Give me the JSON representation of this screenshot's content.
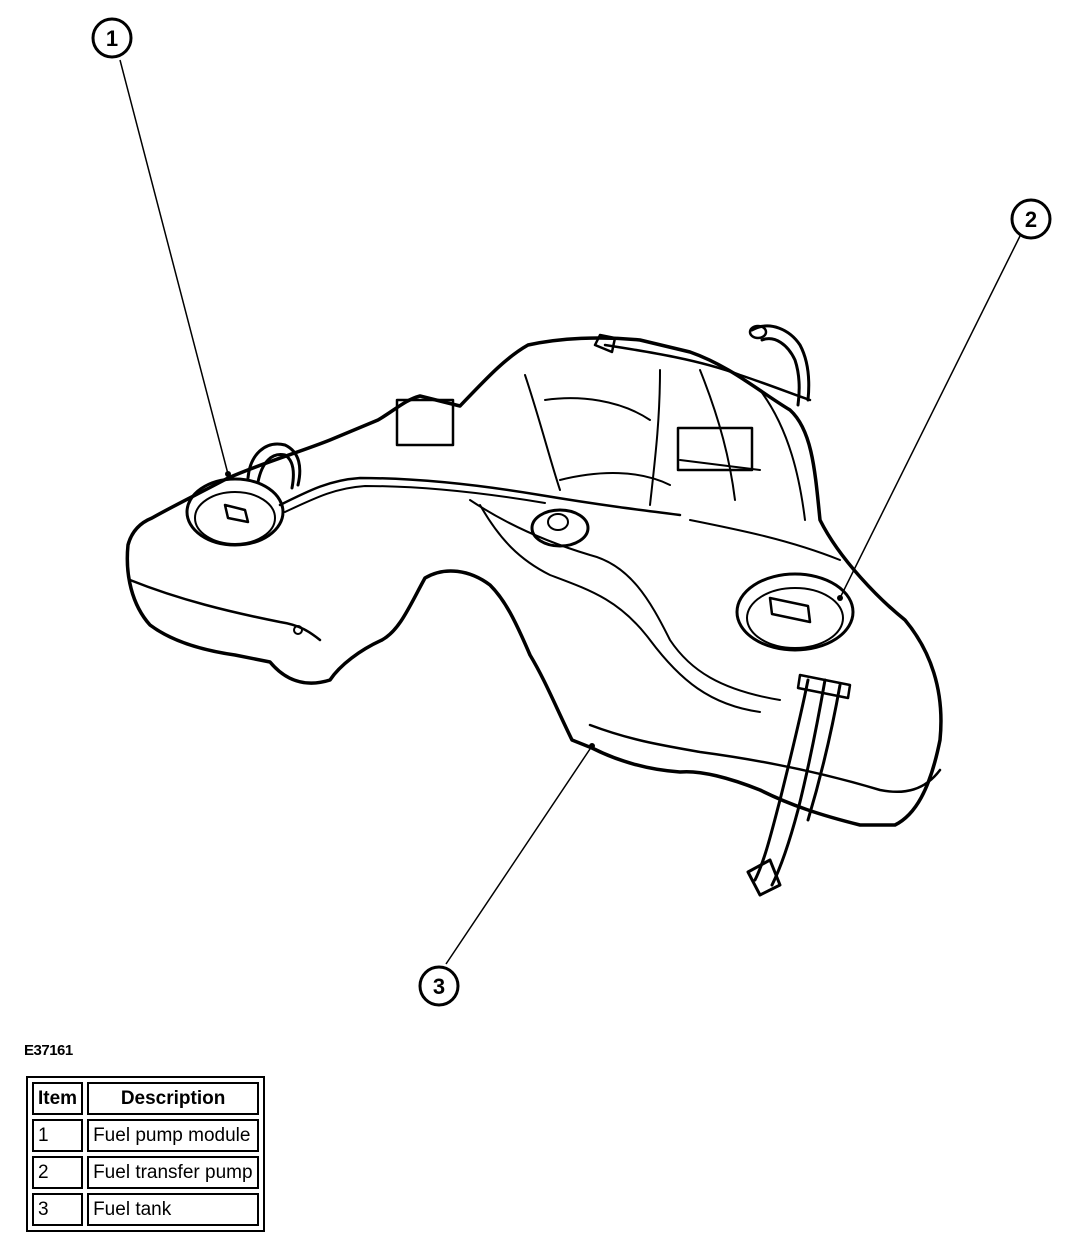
{
  "figure_id": "E37161",
  "callouts": [
    {
      "number": "1"
    },
    {
      "number": "2"
    },
    {
      "number": "3"
    }
  ],
  "legend": {
    "headers": {
      "item": "Item",
      "description": "Description"
    },
    "rows": [
      {
        "item": "1",
        "description": "Fuel pump module"
      },
      {
        "item": "2",
        "description": "Fuel transfer pump"
      },
      {
        "item": "3",
        "description": "Fuel tank"
      }
    ]
  }
}
